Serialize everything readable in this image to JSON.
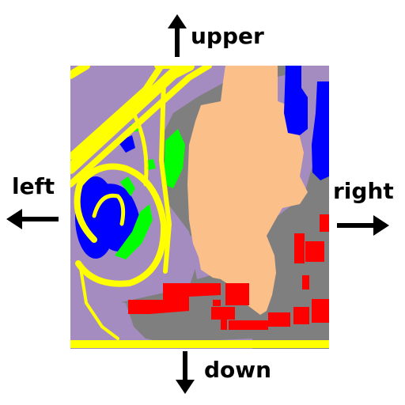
{
  "directions": {
    "upper": "upper",
    "left": "left",
    "right": "right",
    "down": "down"
  },
  "legend_colors": {
    "background": "#ffffff",
    "arrow": "#000000",
    "road": "#ffff00",
    "light_blue_purple": "#a58cc0",
    "gray_ground": "#7f7f7f",
    "building_peach": "#fbbf8a",
    "water": "#0000ff",
    "vegetation": "#00ff00",
    "red_zone": "#ff0000"
  },
  "icons": {
    "up_arrow": "arrow-up-icon",
    "down_arrow": "arrow-down-icon",
    "left_arrow": "arrow-left-icon",
    "right_arrow": "arrow-right-icon"
  }
}
